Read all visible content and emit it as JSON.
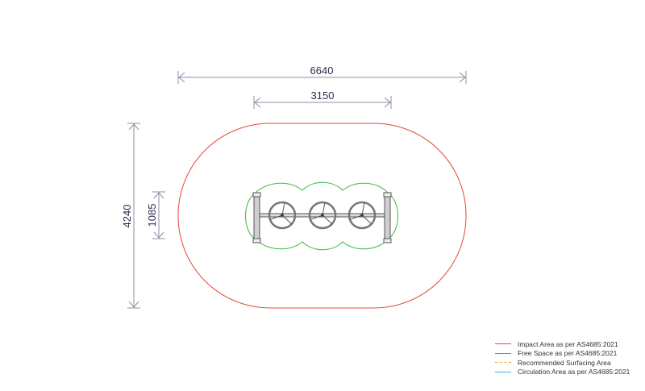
{
  "dimensions": {
    "overall_width": "6640",
    "equipment_width": "3150",
    "overall_depth": "4240",
    "equipment_depth": "1085"
  },
  "colors": {
    "impact": "#e8453c",
    "free_space": "#3cb93c",
    "surfacing": "#f2a33a",
    "circulation": "#2fb4e8",
    "dimension": "#2b2f4a"
  },
  "legend": [
    {
      "label": "Impact Area as per AS4685:2021",
      "color": "#e8453c",
      "style": "solid"
    },
    {
      "label": "Free Space as per AS4685:2021",
      "color": "#3cb93c",
      "style": "solid"
    },
    {
      "label": "Recommended Surfacing Area",
      "color": "#f2a33a",
      "style": "dashed"
    },
    {
      "label": "Circulation Area as per AS4685:2021",
      "color": "#2fb4e8",
      "style": "solid"
    }
  ]
}
